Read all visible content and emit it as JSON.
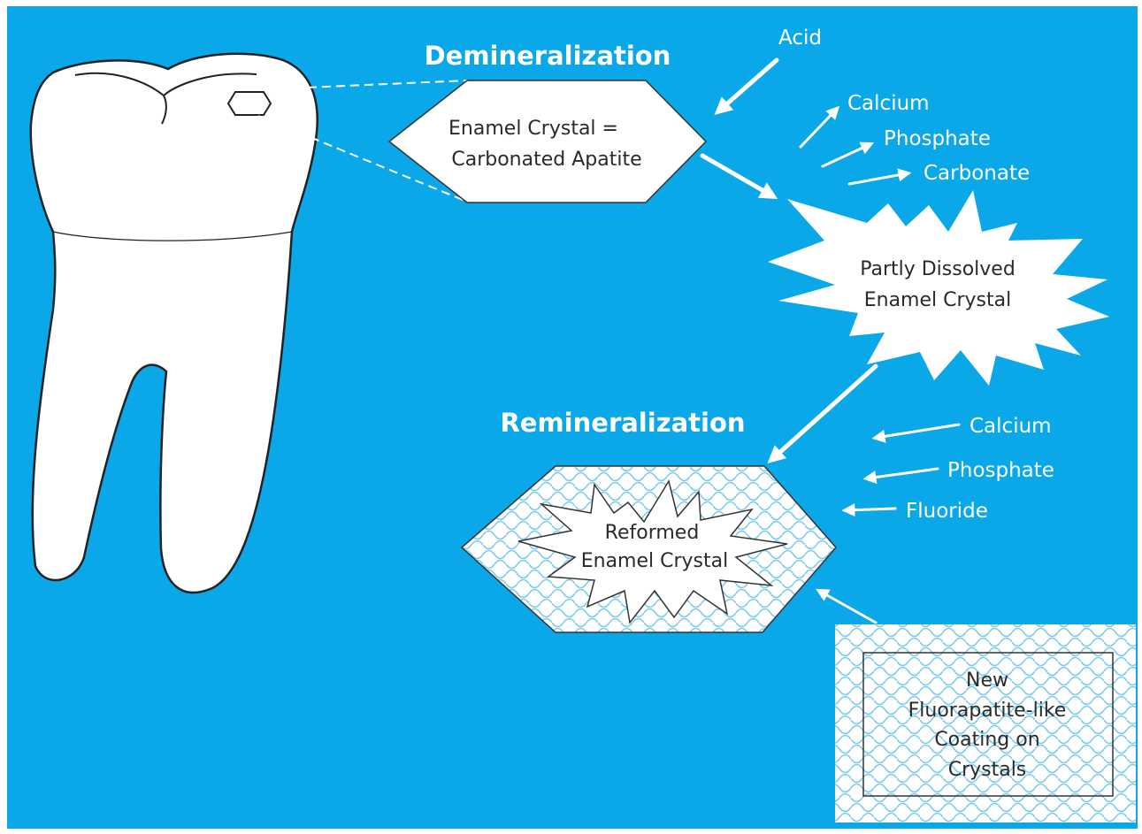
{
  "colors": {
    "background": "#0aa8e8",
    "shape_fill": "#ffffff",
    "outline": "#333333",
    "pattern": "#7ccbea",
    "text_dark": "#2a2a2a",
    "text_light": "#ffffff"
  },
  "headings": {
    "demineralization": "Demineralization",
    "remineralization": "Remineralization"
  },
  "acid": "Acid",
  "enamel_crystal": {
    "line1": "Enamel Crystal =",
    "line2": "Carbonated Apatite"
  },
  "released_ions": [
    "Calcium",
    "Phosphate",
    "Carbonate"
  ],
  "partly_dissolved": {
    "line1": "Partly Dissolved",
    "line2": "Enamel Crystal"
  },
  "incoming_ions": [
    "Calcium",
    "Phosphate",
    "Fluoride"
  ],
  "reformed": {
    "line1": "Reformed",
    "line2": "Enamel Crystal"
  },
  "coating_box": {
    "line1": "New",
    "line2": "Fluorapatite-like",
    "line3": "Coating on",
    "line4": "Crystals"
  }
}
